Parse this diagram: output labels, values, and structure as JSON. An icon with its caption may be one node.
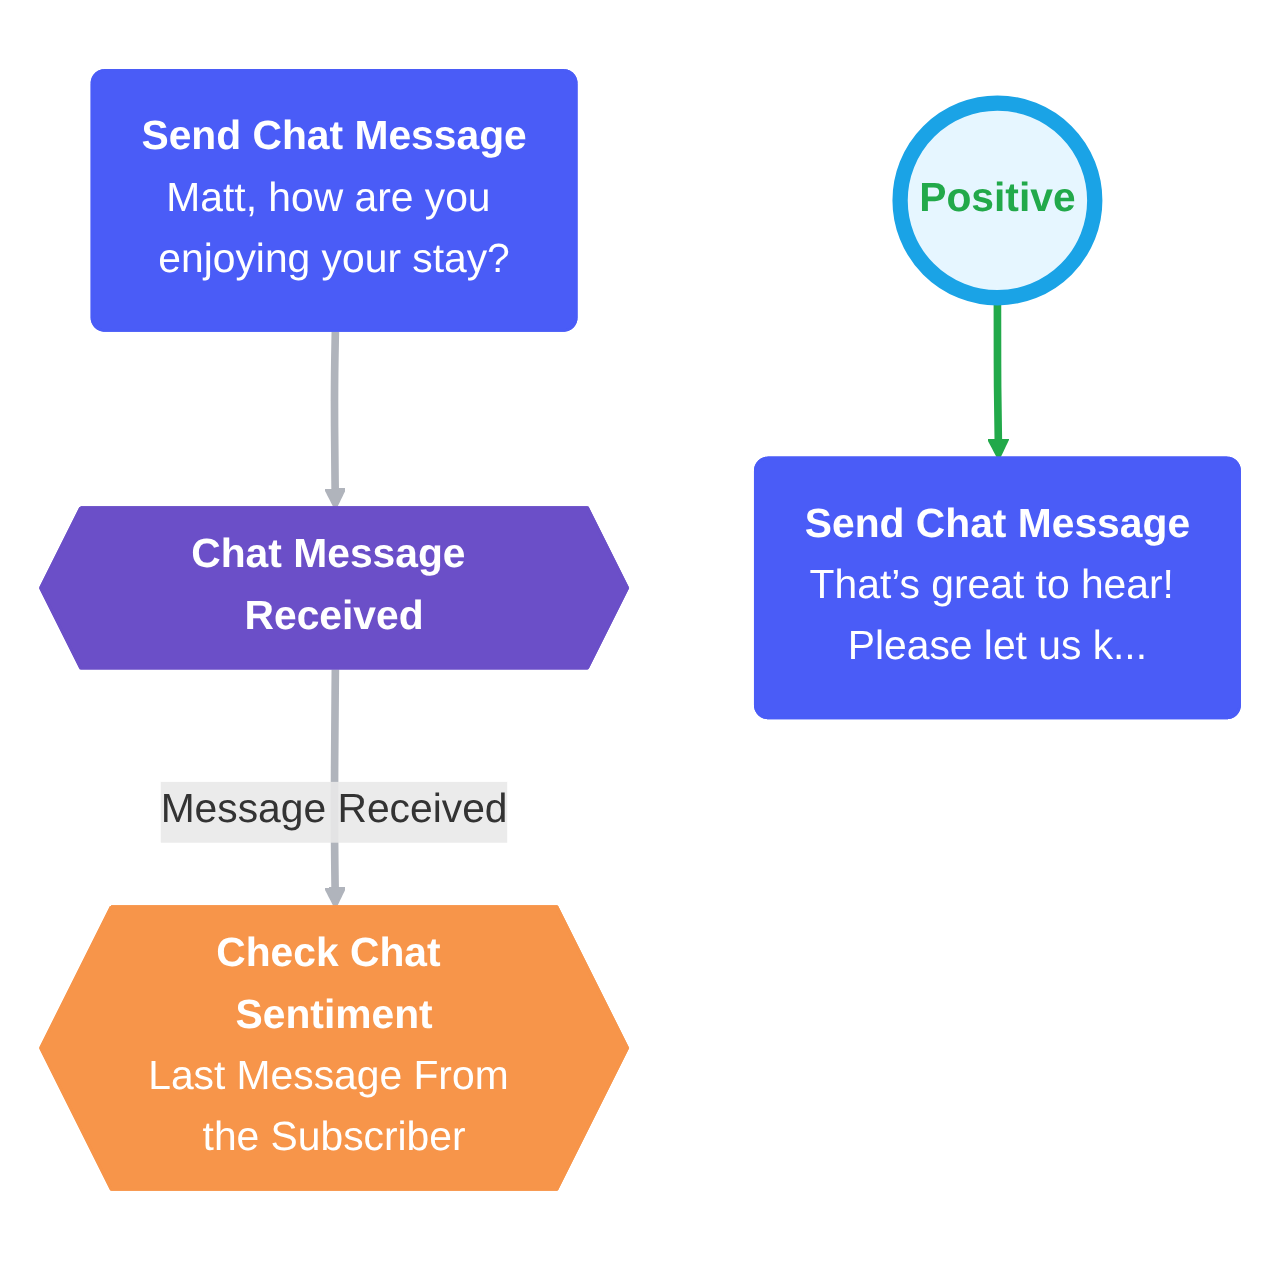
{
  "diagram": {
    "nodes": [
      {
        "text": [
          "Send Chat Message",
          "Matt, how are you enjoying your stay?"
        ]
      },
      {
        "text": [
          "Chat Message Received"
        ]
      },
      {
        "text": [
          "Check Chat Sentiment",
          "Last Message From the Subscriber"
        ]
      },
      {
        "text": [
          "Positive"
        ]
      },
      {
        "text": [
          "Send Chat Message",
          "That’s great to hear! Please let us k..."
        ]
      }
    ],
    "edges": [
      {
        "from": 0,
        "to": 1,
        "arrow": "to"
      },
      {
        "from": 1,
        "to": 2,
        "arrow": "to",
        "label": "Message Received"
      },
      {
        "from": 3,
        "to": 4,
        "arrow": "to",
        "color": "#22a94a"
      }
    ]
  }
}
